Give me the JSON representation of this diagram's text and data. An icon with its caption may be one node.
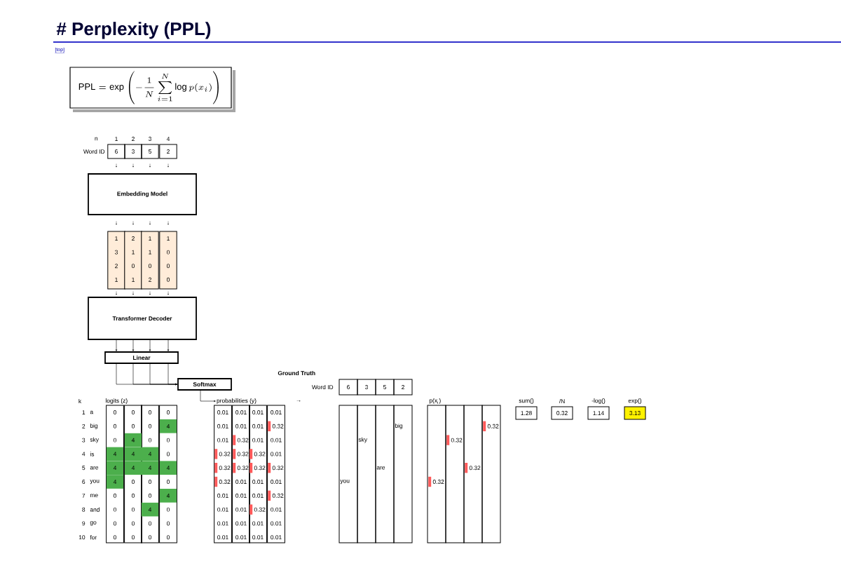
{
  "diagram": {
    "title": "# Perplexity (PPL)",
    "nodes": [
      {
        "text": [
          "Embedding Model"
        ]
      },
      {
        "text": [
          "Transformer Decoder"
        ]
      },
      {
        "text": [
          "Linear"
        ]
      },
      {
        "text": [
          "Softmax"
        ]
      },
      {
        "text": [
          "probabilities (y)"
        ]
      }
    ],
    "edges": [
      {
        "from": 1,
        "to": 2,
        "arrow": "to"
      },
      {
        "from": 1,
        "to": 2,
        "arrow": "to"
      },
      {
        "from": 1,
        "to": 2,
        "arrow": "to"
      },
      {
        "from": 1,
        "to": 2,
        "arrow": "to"
      },
      {
        "from": 2,
        "to": 3,
        "arrow": "to"
      },
      {
        "from": 2,
        "to": 3,
        "arrow": "to"
      },
      {
        "from": 2,
        "to": 3,
        "arrow": "to"
      },
      {
        "from": 2,
        "to": 3,
        "arrow": "to"
      },
      {
        "from": 3,
        "to": 4,
        "arrow": "to"
      }
    ],
    "labels": [
      "[top]",
      "\\mathrm{PPL} = \\exp\\left(-\\frac{1}{N}\\sum_{i=1}^{N}\\log p(x_i)\\right)",
      "n",
      "1",
      "2",
      "3",
      "4",
      "Word ID",
      "6",
      "3",
      "5",
      "2",
      "↓",
      "↓",
      "↓",
      "↓",
      "↓",
      "↓",
      "↓",
      "↓",
      "1",
      "2",
      "1",
      "1",
      "3",
      "1",
      "1",
      "0",
      "2",
      "0",
      "0",
      "0",
      "1",
      "1",
      "2",
      "0",
      "↓",
      "↓",
      "↓",
      "↓",
      "Ground Truth",
      "Word ID",
      "6",
      "3",
      "5",
      "2",
      "k",
      "logits (z)",
      "→",
      "p(x$_{i}$)",
      "sum()",
      "/N",
      "-log()",
      "exp()",
      "1",
      "a",
      "0",
      "0",
      "0",
      "0",
      "0.01",
      "0.01",
      "0.01",
      "0.01",
      "2",
      "big",
      "0",
      "0",
      "0",
      "4",
      "0.01",
      "0.01",
      "0.01",
      "0.32",
      "3",
      "sky",
      "0",
      "4",
      "0",
      "0",
      "0.01",
      "0.32",
      "0.01",
      "0.01",
      "4",
      "is",
      "4",
      "4",
      "4",
      "0",
      "0.32",
      "0.32",
      "0.32",
      "0.01",
      "5",
      "are",
      "4",
      "4",
      "4",
      "4",
      "0.32",
      "0.32",
      "0.32",
      "0.32",
      "6",
      "you",
      "4",
      "0",
      "0",
      "0",
      "0.32",
      "0.01",
      "0.01",
      "0.01",
      "7",
      "me",
      "0",
      "0",
      "0",
      "4",
      "0.01",
      "0.01",
      "0.01",
      "0.32",
      "8",
      "and",
      "0",
      "0",
      "4",
      "0",
      "0.01",
      "0.01",
      "0.32",
      "0.01",
      "9",
      "go",
      "0",
      "0",
      "0",
      "0",
      "0.01",
      "0.01",
      "0.01",
      "0.01",
      "10",
      "for",
      "0",
      "0",
      "0",
      "0",
      "0.01",
      "0.01",
      "0.01",
      "0.01",
      "you",
      "sky",
      "are",
      "big",
      "0.32",
      "0.32",
      "0.32",
      "0.32",
      "1.28",
      "0.32",
      "1.14",
      "3.13"
    ]
  }
}
